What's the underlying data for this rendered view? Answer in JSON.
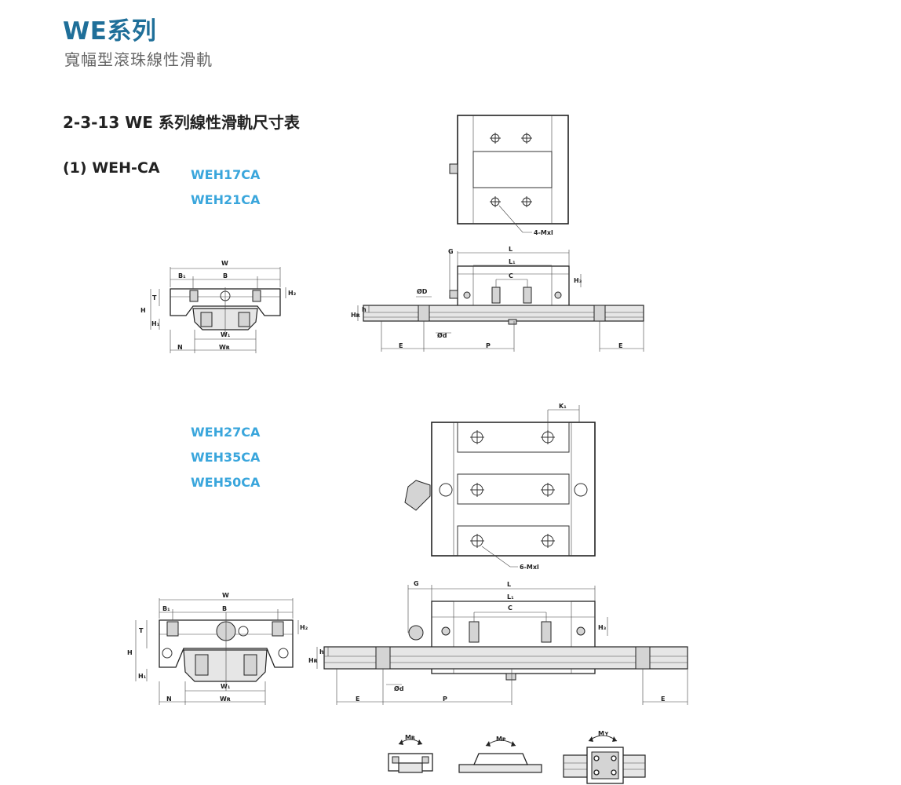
{
  "header": {
    "series_title": "WE系列",
    "series_subtitle": "寬幅型滾珠線性滑軌"
  },
  "section": {
    "title": "2-3-13 WE 系列線性滑軌尺寸表",
    "subtitle": "(1) WEH-CA"
  },
  "models_group1": [
    "WEH17CA",
    "WEH21CA"
  ],
  "models_group2": [
    "WEH27CA",
    "WEH35CA",
    "WEH50CA"
  ],
  "labels": {
    "W": "W",
    "B": "B",
    "B1": "B₁",
    "H": "H",
    "T": "T",
    "H1": "H₁",
    "H2": "H₂",
    "H3": "H₃",
    "W1": "W₁",
    "WR": "Wʀ",
    "N": "N",
    "G": "G",
    "L": "L",
    "L1": "L₁",
    "C": "C",
    "D": "ØD",
    "d": "Ød",
    "h": "h",
    "HR": "Hʀ",
    "E": "E",
    "P": "P",
    "K1": "K₁",
    "hole4": "4-Mxl",
    "hole6": "6-Mxl",
    "MR": "Mʀ",
    "MP": "Mᴘ",
    "MY": "Mʏ"
  }
}
